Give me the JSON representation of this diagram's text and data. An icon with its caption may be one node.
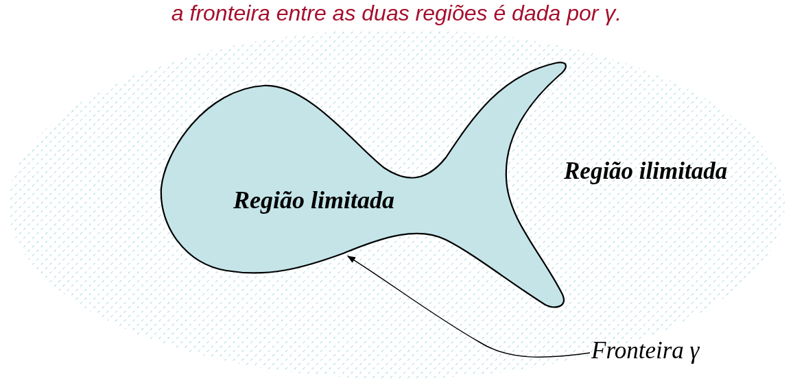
{
  "diagram": {
    "title": "a fronteira entre as duas regiões é dada por γ.",
    "nodes": [
      {
        "text": [
          "Região limitada"
        ]
      },
      {
        "text": [
          "Fronteira γ"
        ]
      }
    ],
    "edges": [
      {
        "from": 1,
        "to": 0,
        "arrow": "to"
      }
    ],
    "labels": [
      "Região ilimitada"
    ]
  }
}
